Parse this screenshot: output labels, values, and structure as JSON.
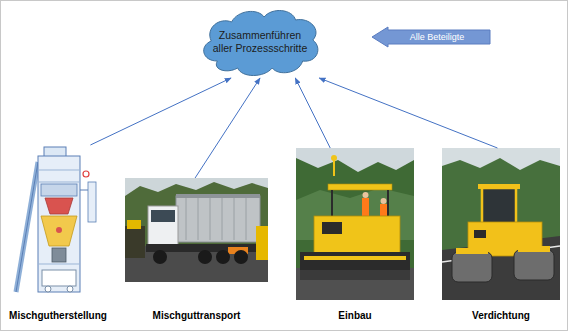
{
  "diagram": {
    "nodes": [
      {
        "text": [
          "Zusammenführen aller Prozessschritte"
        ]
      },
      {
        "text": [
          "Alle Beteiligte"
        ]
      },
      {
        "text": [
          "Mischgutherstellung"
        ]
      },
      {
        "text": [
          "Mischguttransport"
        ]
      },
      {
        "text": [
          "Einbau"
        ]
      },
      {
        "text": [
          "Verdichtung"
        ]
      }
    ],
    "edges": [
      {
        "from": 2,
        "to": 0,
        "arrow": "to"
      },
      {
        "from": 3,
        "to": 0,
        "arrow": "to"
      },
      {
        "from": 4,
        "to": 0,
        "arrow": "to"
      },
      {
        "from": 5,
        "to": 0,
        "arrow": "to"
      }
    ]
  }
}
